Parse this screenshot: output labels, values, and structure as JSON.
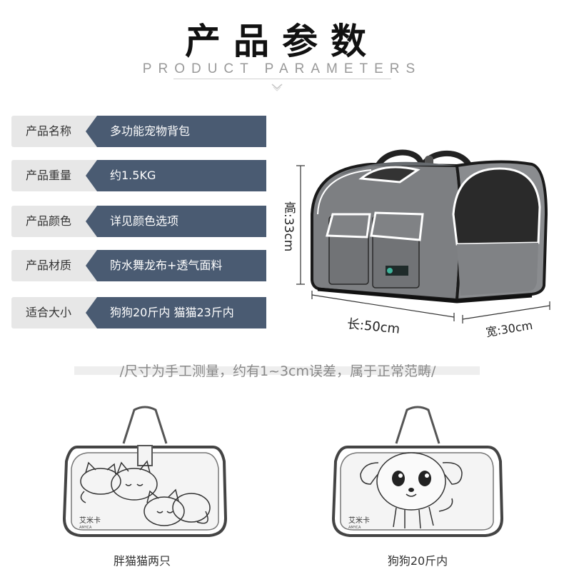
{
  "header": {
    "title": "产品参数",
    "subtitle": "PRODUCT PARAMETERS"
  },
  "params": [
    {
      "label": "产品名称",
      "value": "多功能宠物背包"
    },
    {
      "label": "产品重量",
      "value": "约1.5KG"
    },
    {
      "label": "产品颜色",
      "value": "详见颜色选项"
    },
    {
      "label": "产品材质",
      "value": "防水舞龙布+透气面料"
    },
    {
      "label": "适合大小",
      "value": "狗狗20斤内 猫猫23斤内"
    }
  ],
  "dimensions": {
    "height": "高:33cm",
    "length": "长:50cm",
    "width": "宽:30cm"
  },
  "note": "/尺寸为手工测量，约有1~3cm误差，属于正常范畴/",
  "illustrations": [
    {
      "caption": "胖猫猫两只",
      "brand": "艾米卡",
      "brand_en": "AMYCA"
    },
    {
      "caption": "狗狗20斤内",
      "brand": "艾米卡",
      "brand_en": "AMYCA"
    }
  ],
  "colors": {
    "value_bg": "#4a5b72",
    "label_bg": "#e7e7e7",
    "bag_gray": "#7d7f82"
  }
}
